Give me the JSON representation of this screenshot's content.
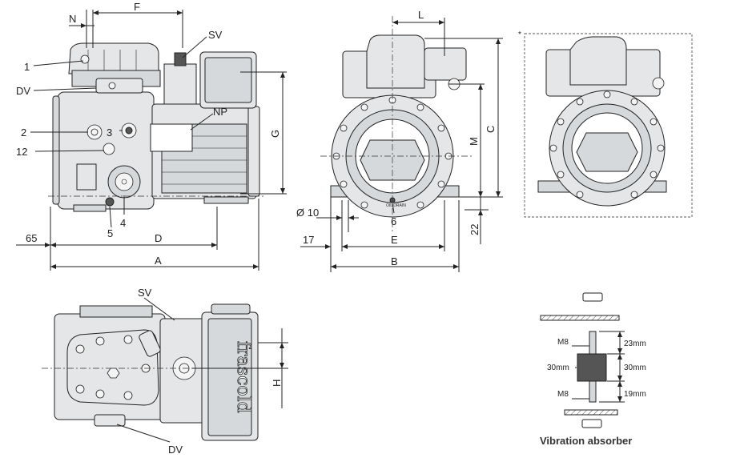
{
  "callouts": {
    "side": {
      "n": "N",
      "f": "F",
      "sv": "SV",
      "one": "1",
      "dv": "DV",
      "np": "NP",
      "two": "2",
      "three": "3",
      "twelve": "12",
      "four": "4",
      "five": "5",
      "g": "G",
      "d": "D",
      "a": "A",
      "sixtyfive": "65"
    },
    "front": {
      "l": "L",
      "c": "C",
      "m": "M",
      "six": "6",
      "phi10": "Ø 10",
      "seventeen": "17",
      "e": "E",
      "b": "B",
      "twentytwo": "22",
      "oil_drain": "OIL DRAIN"
    },
    "optional": {
      "star": "*"
    },
    "top": {
      "sv": "SV",
      "h": "H",
      "dv": "DV",
      "brand": "frascold"
    }
  },
  "absorber": {
    "title": "Vibration absorber",
    "m8_top": "M8",
    "m8_bottom": "M8",
    "width": "30mm",
    "dim_top": "23mm",
    "dim_middle": "30mm",
    "dim_bottom": "19mm"
  }
}
